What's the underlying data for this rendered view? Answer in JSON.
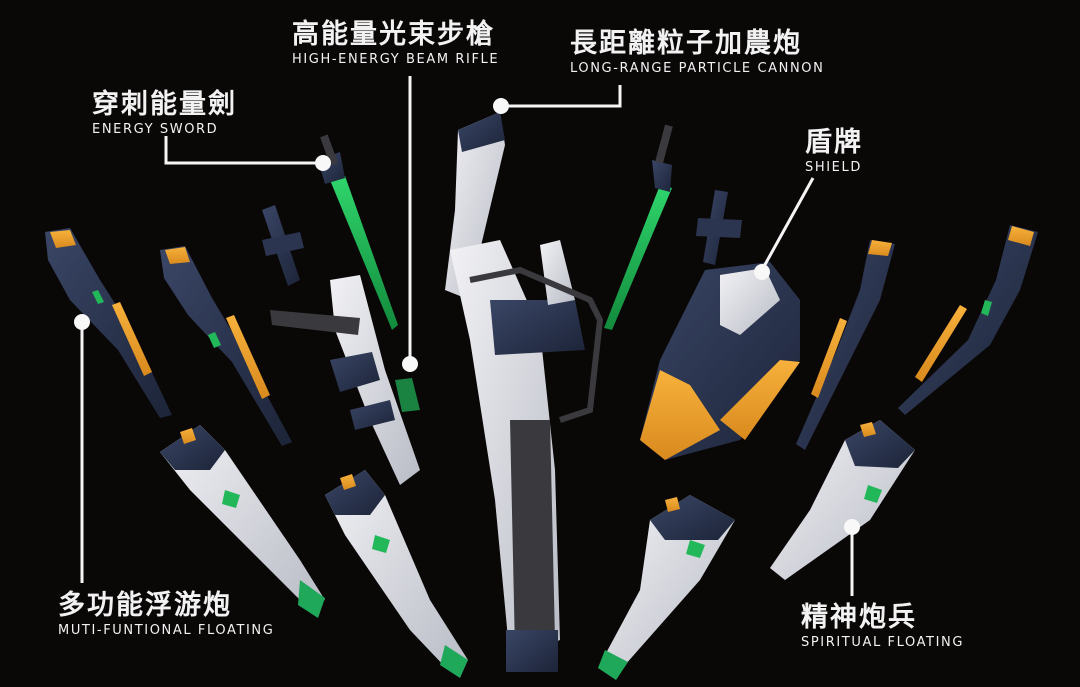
{
  "colors": {
    "background": "#0a0707",
    "label_text": "#f2f2f2",
    "leader_line": "#f5f5f5",
    "armor_white": "#e6e6ea",
    "armor_navy": "#2b3550",
    "accent_orange": "#f0a030",
    "beam_green": "#22b85a",
    "frame_gray": "#3a3a3e"
  },
  "callouts": [
    {
      "id": "high-energy-beam-rifle",
      "zh": "高能量光束步槍",
      "en": "HIGH-ENERGY BEAM RIFLE",
      "icon": "beam-rifle"
    },
    {
      "id": "long-range-particle-cannon",
      "zh": "長距離粒子加農炮",
      "en": "LONG-RANGE PARTICLE CANNON",
      "icon": "particle-cannon"
    },
    {
      "id": "energy-sword",
      "zh": "穿刺能量劍",
      "en": "ENERGY SWORD",
      "icon": "energy-sword"
    },
    {
      "id": "shield",
      "zh": "盾牌",
      "en": "SHIELD",
      "icon": "shield"
    },
    {
      "id": "multi-functional-floating",
      "zh": "多功能浮游炮",
      "en": "MUTI-FUNTIONAL FLOATING",
      "icon": "funnel"
    },
    {
      "id": "spiritual-floating",
      "zh": "精神炮兵",
      "en": "SPIRITUAL FLOATING",
      "icon": "funnel"
    }
  ]
}
